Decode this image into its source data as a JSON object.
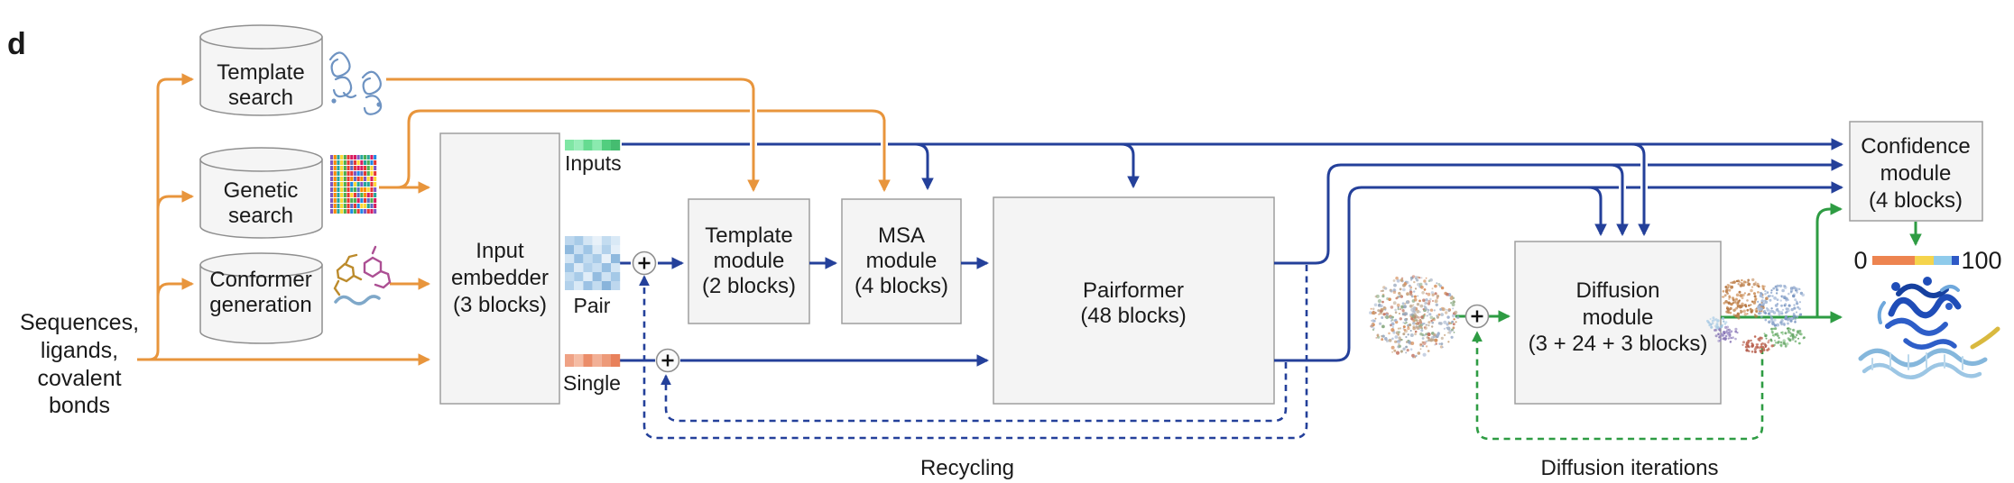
{
  "figure_label": "d",
  "colors": {
    "orange": "#E8953C",
    "blue": "#24409A",
    "green": "#2E9C43",
    "navy_text": "#21409A",
    "green_text": "#2E9C43",
    "box_fill": "#F4F4F4",
    "box_stroke": "#9E9E9E"
  },
  "sources": [
    {
      "lines": [
        "Template",
        "search"
      ]
    },
    {
      "lines": [
        "Genetic",
        "search"
      ]
    },
    {
      "lines": [
        "Conformer",
        "generation"
      ]
    }
  ],
  "input_label": {
    "lines": [
      "Sequences,",
      "ligands,",
      "covalent",
      "bonds"
    ]
  },
  "representations": {
    "inputs": "Inputs",
    "pair": "Pair",
    "single": "Single"
  },
  "modules": {
    "input_embedder": {
      "lines": [
        "Input",
        "embedder",
        "(3 blocks)"
      ]
    },
    "template": {
      "lines": [
        "Template",
        "module",
        "(2 blocks)"
      ]
    },
    "msa": {
      "lines": [
        "MSA",
        "module",
        "(4 blocks)"
      ]
    },
    "pairformer": {
      "lines": [
        "Pairformer",
        "(48 blocks)"
      ]
    },
    "diffusion": {
      "lines": [
        "Diffusion",
        "module",
        "(3 + 24 + 3 blocks)"
      ]
    },
    "confidence": {
      "lines": [
        "Confidence",
        "module",
        "(4 blocks)"
      ]
    }
  },
  "loops": {
    "recycling": "Recycling",
    "diffusion_iterations": "Diffusion iterations"
  },
  "confidence_scale": {
    "min": "0",
    "max": "100",
    "segments": [
      "#ED8450",
      "#F5D44C",
      "#8FCBEB",
      "#2E59C6"
    ]
  },
  "matrices": {
    "inputs_cells": [
      "#7FE6A4",
      "#98EDB9",
      "#66DB91",
      "#8BEAAF",
      "#52CE7F",
      "#45BC70"
    ],
    "single_cells": [
      "#EFA285",
      "#F5BCA4",
      "#EB8D69",
      "#F2B096",
      "#ED9A79",
      "#E8815B"
    ],
    "pair_cells": [
      [
        "#BDD7EE",
        "#A8CBE8",
        "#D3E5F4",
        "#E8F1F9",
        "#C3DCF0",
        "#D9E9F6"
      ],
      [
        "#8FB9DE",
        "#C9DFF2",
        "#A0C6E6",
        "#DCEAF6",
        "#B2D1EB",
        "#E4EFF9"
      ],
      [
        "#D3E5F4",
        "#97BFE2",
        "#C3DCF0",
        "#A8CBE8",
        "#E8F1F9",
        "#8FB9DE"
      ],
      [
        "#A0C6E6",
        "#DCEAF6",
        "#B2D1EB",
        "#C9DFF2",
        "#97BFE2",
        "#D3E5F4"
      ],
      [
        "#C3DCF0",
        "#A8CBE8",
        "#E0EDF8",
        "#94BCE0",
        "#CEE2F3",
        "#A5C9E7"
      ],
      [
        "#B2D1EB",
        "#D9E9F6",
        "#9CC2E4",
        "#C3DCF0",
        "#89B4DB",
        "#BDD7EE"
      ]
    ],
    "msa_palette": [
      "#4CAF50",
      "#7E57C2",
      "#E53935",
      "#FB8C00",
      "#1E88E5",
      "#26A69A",
      "#D81B60",
      "#FDD835",
      "#5C6BC0"
    ],
    "cloud_palette": [
      "#AEB8C8",
      "#C9A27A",
      "#D68F5C",
      "#8FAE88",
      "#C47561",
      "#A3B4D0",
      "#BFA98F",
      "#98A8BC"
    ]
  }
}
